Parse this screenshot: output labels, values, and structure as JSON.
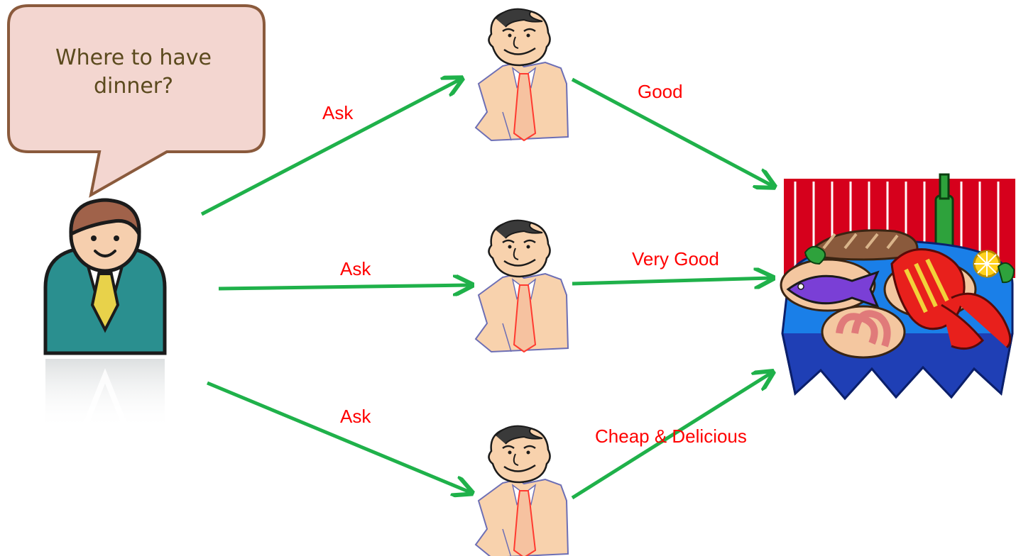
{
  "question": "Where to have dinner?",
  "asks": [
    "Ask",
    "Ask",
    "Ask"
  ],
  "answers": [
    "Good",
    "Very Good",
    "Cheap & Delicious"
  ],
  "colors": {
    "arrow": "#1fb14a",
    "label": "#ff0000",
    "bubble_fill": "#f3d6d0",
    "bubble_stroke": "#8a5a3c",
    "bubble_text": "#5b4a1e",
    "shirt": "#2a8f8f",
    "tie": "#e8d24a",
    "skin": "#f6cfae",
    "table_cloth": "#1a7fe8",
    "curtain": "#d6001c"
  },
  "icons": {
    "asker": "person-icon",
    "advisor": "advisor-icon",
    "restaurant": "restaurant-icon"
  }
}
